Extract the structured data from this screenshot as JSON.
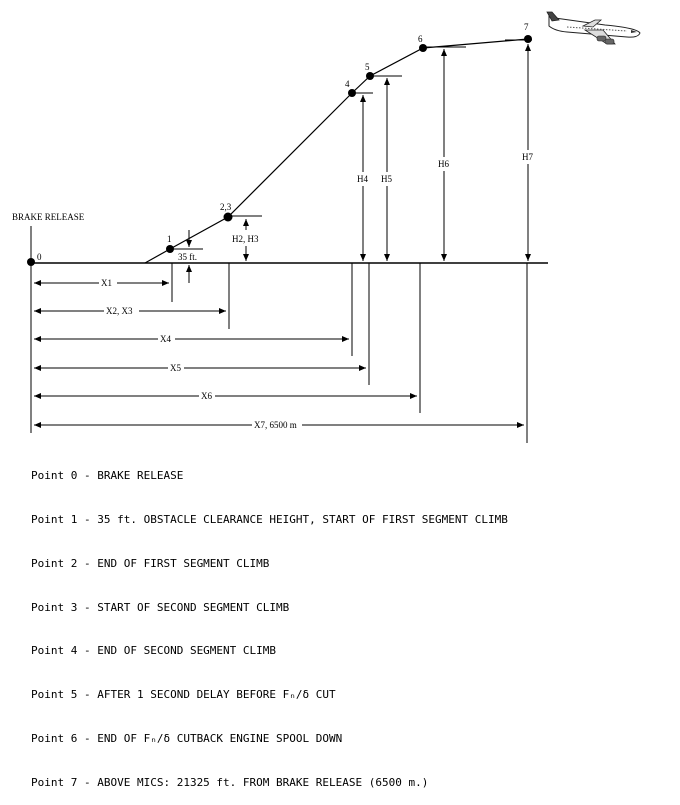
{
  "brake_release_label": "BRAKE RELEASE",
  "point_labels": {
    "p0": "0",
    "p1": "1",
    "p23": "2,3",
    "p4": "4",
    "p5": "5",
    "p6": "6",
    "p7": "7"
  },
  "height_labels": {
    "h1": "35 ft.",
    "h23": "H2, H3",
    "h4": "H4",
    "h5": "H5",
    "h6": "H6",
    "h7": "H7"
  },
  "distance_labels": {
    "x1": "X1",
    "x23": "X2, X3",
    "x4": "X4",
    "x5": "X5",
    "x6": "X6",
    "x7": "X7, 6500 m"
  },
  "legend": [
    "Point 0 - BRAKE RELEASE",
    "Point 1 - 35 ft. OBSTACLE CLEARANCE HEIGHT, START OF FIRST SEGMENT CLIMB",
    "Point 2 - END OF FIRST SEGMENT CLIMB",
    "Point 3 - START OF SECOND SEGMENT CLIMB",
    "Point 4 - END OF SECOND SEGMENT CLIMB",
    "Point 5 - AFTER 1 SECOND DELAY BEFORE Fₙ/δ CUT",
    "Point 6 - END OF Fₙ/δ CUTBACK ENGINE SPOOL DOWN",
    "Point 7 - ABOVE MICS: 21325 ft. FROM BRAKE RELEASE (6500 m.)"
  ],
  "icons": {
    "aircraft": "airplane-icon"
  }
}
